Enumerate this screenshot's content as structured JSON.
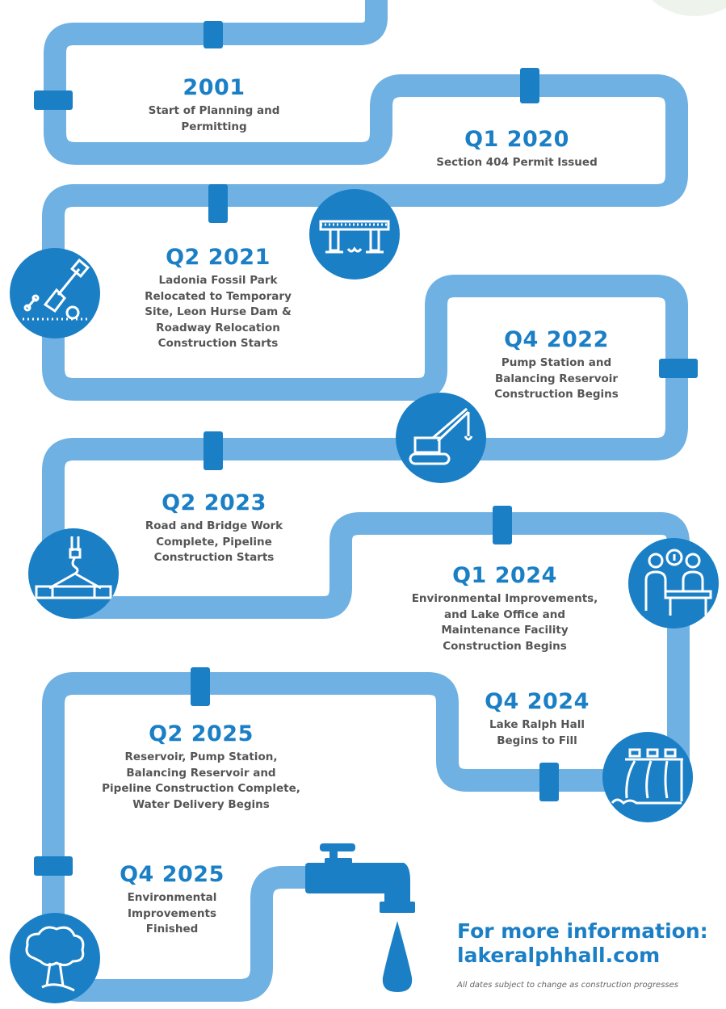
{
  "colors": {
    "pipe": "#6fb1e2",
    "accent": "#1b7fc6",
    "text": "#555555",
    "background": "#ffffff"
  },
  "milestones": [
    {
      "year": "2001",
      "description": "Start of Planning and Permitting"
    },
    {
      "year": "Q1 2020",
      "description": "Section 404 Permit Issued"
    },
    {
      "year": "Q2 2021",
      "description": "Ladonia Fossil Park\nRelocated to Temporary\nSite, Leon Hurse Dam &\nRoadway Relocation\nConstruction Starts"
    },
    {
      "year": "Q4 2022",
      "description": "Pump Station and\nBalancing Reservoir\nConstruction Begins"
    },
    {
      "year": "Q2 2023",
      "description": "Road and Bridge Work\nComplete, Pipeline\nConstruction Starts"
    },
    {
      "year": "Q1 2024",
      "description": "Environmental Improvements,\nand Lake Office and\nMaintenance Facility\nConstruction Begins"
    },
    {
      "year": "Q4 2024",
      "description": "Lake Ralph Hall\nBegins to Fill"
    },
    {
      "year": "Q2 2025",
      "description": "Reservoir, Pump Station,\nBalancing Reservoir and\nPipeline Construction Complete,\nWater Delivery Begins"
    },
    {
      "year": "Q4 2025",
      "description": "Environmental\nImprovements\nFinished"
    }
  ],
  "icons": [
    "bridge-icon",
    "fossil-dig-icon",
    "crane-icon",
    "pipeline-hoist-icon",
    "office-desk-icon",
    "dam-spillway-icon",
    "tree-icon",
    "faucet-icon",
    "water-drop-icon"
  ],
  "cta": {
    "heading_line1": "For more information:",
    "heading_line2": "lakeralphhall.com",
    "disclaimer": "All dates subject to change as construction progresses"
  }
}
